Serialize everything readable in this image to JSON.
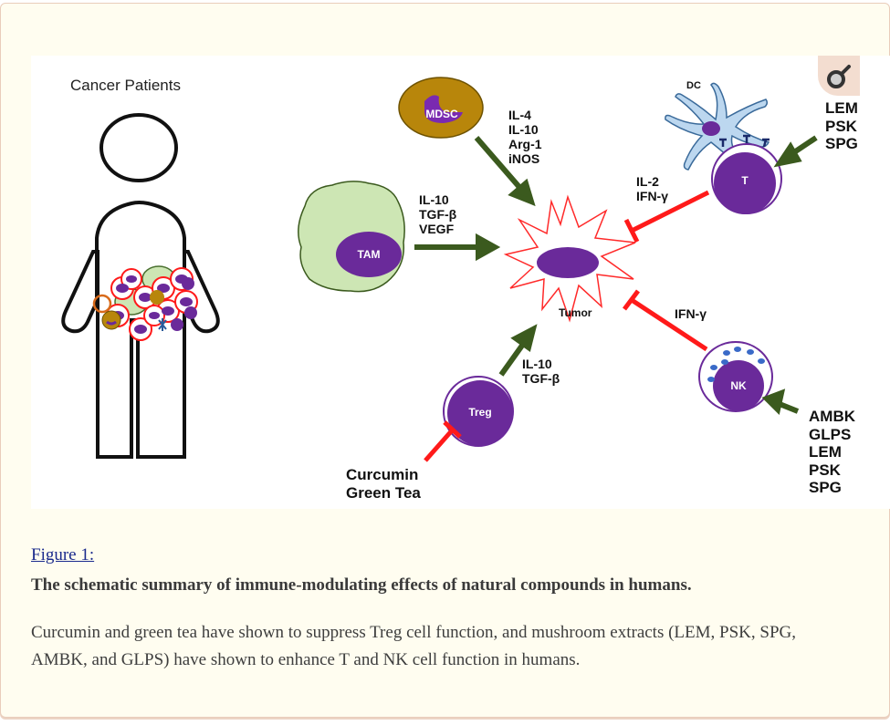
{
  "figure": {
    "patient_label": "Cancer Patients",
    "cells": {
      "mdsc": "MDSC",
      "tam": "TAM",
      "dc": "DC",
      "t": "T",
      "tumor": "Tumor",
      "treg": "Treg",
      "nk": "NK"
    },
    "signals": {
      "mdsc_to_tumor": "IL-4\nIL-10\nArg-1\niNOS",
      "tam_to_tumor": "IL-10\nTGF-β\nVEGF",
      "t_to_tumor": "IL-2\nIFN-γ",
      "nk_to_tumor": "IFN-γ",
      "treg_to_tumor": "IL-10\nTGF-β"
    },
    "compounds": {
      "t_enhancers": "LEM\nPSK\nSPG",
      "nk_enhancers": "AMBK\nGLPS\nLEM\nPSK\nSPG",
      "treg_suppressors": "Curcumin\nGreen Tea"
    },
    "colors": {
      "activation_arrow": "#3b5a1e",
      "inhibition_bar": "#ff1a1a",
      "cell_purple": "#6a2a9a",
      "tam_green": "#cde6b4",
      "mdsc_gold": "#b8860b",
      "dc_blue": "#bcd7ef"
    }
  },
  "caption": {
    "link": "Figure 1:",
    "title": "The schematic summary of immune-modulating effects of natural compounds in humans.",
    "body": "Curcumin and green tea have shown to suppress Treg cell function, and mushroom extracts (LEM, PSK, SPG, AMBK, and GLPS) have shown to enhance T and NK cell function in humans."
  },
  "zoom_button": {
    "icon": "magnifier-icon"
  }
}
